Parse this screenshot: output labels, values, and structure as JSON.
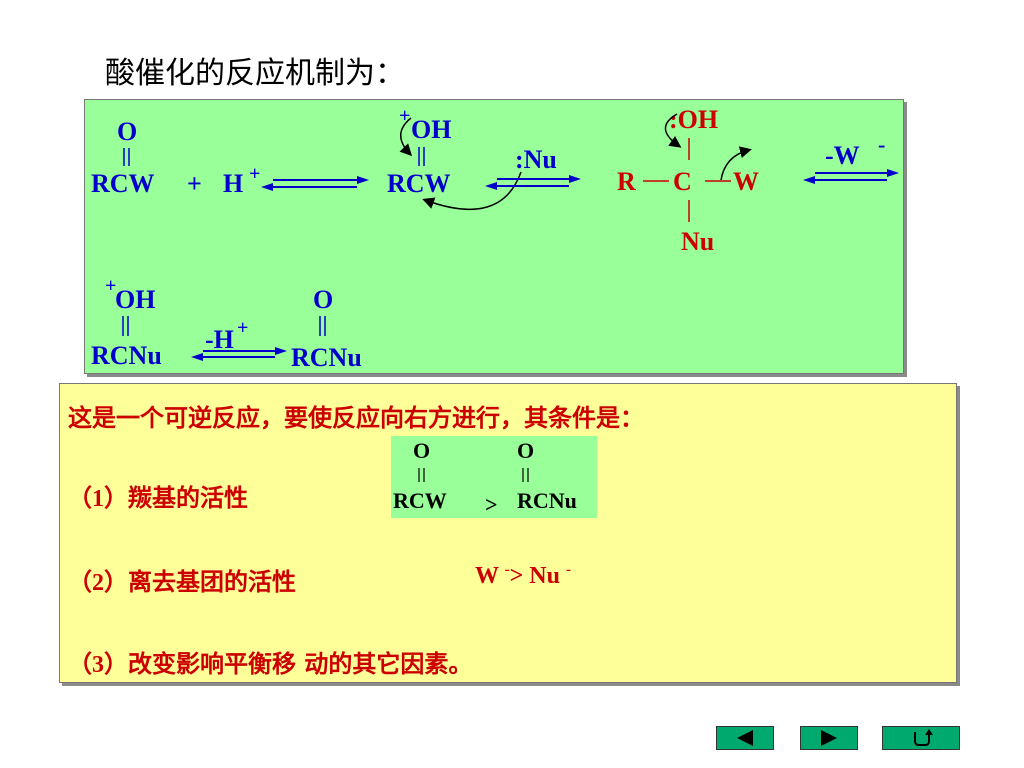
{
  "title": "酸催化的反应机制为：",
  "mechanism": {
    "step1": {
      "acyl_o": "O",
      "acyl_rcw": "RCW",
      "plus": "+",
      "proton": "H",
      "proton_charge": "+"
    },
    "step2": {
      "charge": "+",
      "oh": "OH",
      "rcw": "RCW",
      "nucleophile": ":Nu"
    },
    "intermediate": {
      "oh": ":OH",
      "r": "R",
      "c": "C",
      "w": "W",
      "nu": "Nu",
      "leaving_label": "-W",
      "leaving_charge": "-"
    },
    "step4": {
      "charge": "+",
      "oh": "OH",
      "rcnu": "RCNu",
      "deprotonation": "-H",
      "deprotonation_charge": "+",
      "product_o": "O",
      "product_rcnu": "RCNu"
    }
  },
  "conditions": {
    "heading": "这是一个可逆反应，要使反应向右方进行，其条件是：",
    "item1": {
      "num": "（1）",
      "text": "羰基的活性",
      "formula_left_o": "O",
      "formula_left": "RCW",
      "formula_gt": ">",
      "formula_right_o": "O",
      "formula_right": "RCNu"
    },
    "item2": {
      "num": "（2）",
      "text": "离去基团的活性",
      "w": "W",
      "w_charge": "-",
      "gt": ">",
      "nu": "Nu",
      "nu_charge": "-"
    },
    "item3": {
      "num": "（3）",
      "text": "改变影响平衡移 动的其它因素。"
    }
  },
  "navigation": {
    "prev": "triangle-left-icon",
    "next": "triangle-right-icon",
    "return": "return-arrow-icon"
  },
  "colors": {
    "mechanism_text": "#0000cc",
    "intermediate_text": "#cc0000",
    "green_panel": "#99ff99",
    "yellow_panel": "#ffff99",
    "nav_button": "#00aa6e"
  }
}
